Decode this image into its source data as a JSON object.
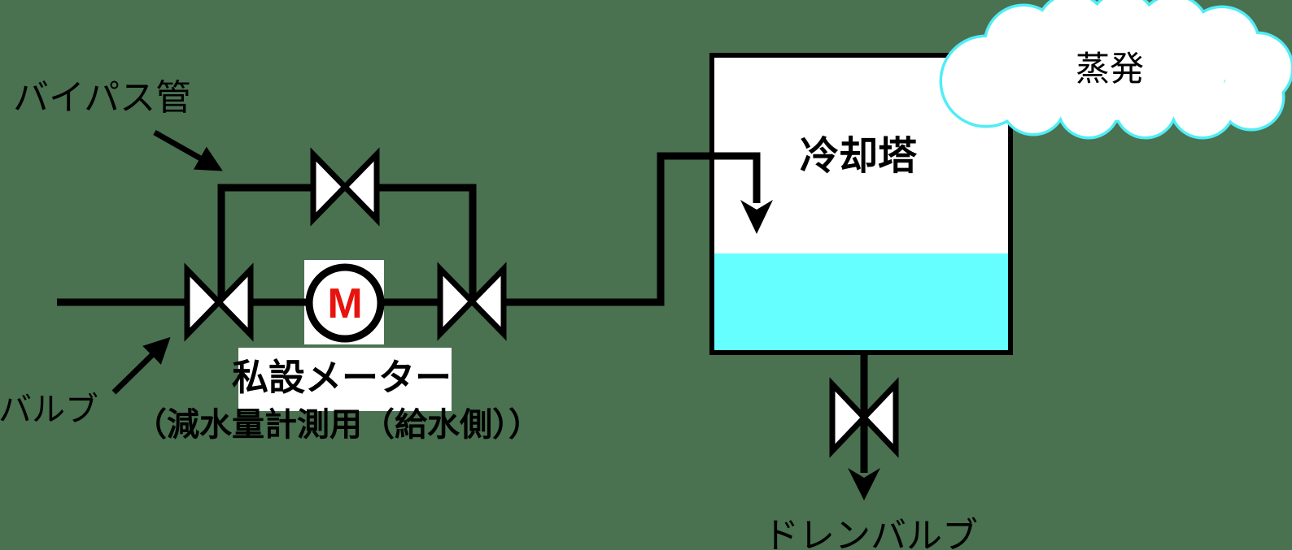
{
  "diagram": {
    "labels": {
      "bypass_pipe": "バイパス管",
      "valve": "バルブ",
      "meter_name": "私設メーター",
      "meter_purpose": "（減水量計測用（給水側））",
      "meter_symbol": "M",
      "cooling_tower": "冷却塔",
      "evaporation": "蒸発",
      "drain_valve": "ドレンバルブ"
    },
    "colors": {
      "background": "#4A7150",
      "line": "#000000",
      "water": "#66FFFF",
      "cloud_outline": "#50EDF6",
      "meter_letter": "#E8130C"
    }
  }
}
